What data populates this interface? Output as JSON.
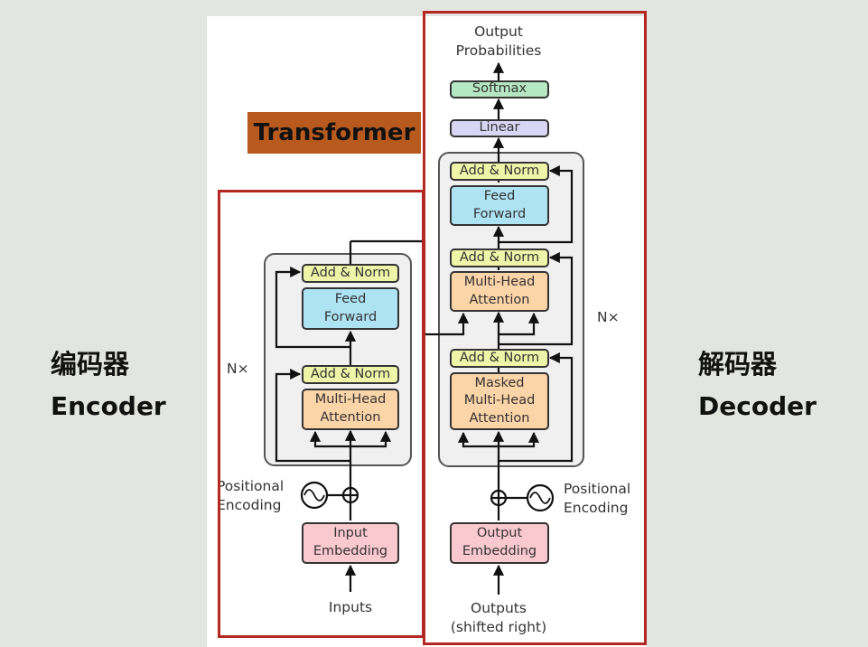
{
  "title": "Transformer",
  "encoder": {
    "label_zh": "编码器",
    "label_en": "Encoder",
    "repeat": "N×",
    "add_norm_top": "Add & Norm",
    "feed_forward": "Feed\nForward",
    "add_norm_bottom": "Add & Norm",
    "attention": "Multi-Head\nAttention",
    "positional_encoding": "Positional\nEncoding",
    "embedding": "Input\nEmbedding",
    "input": "Inputs"
  },
  "decoder": {
    "label_zh": "解码器",
    "label_en": "Decoder",
    "repeat": "N×",
    "output_probabilities": "Output\nProbabilities",
    "softmax": "Softmax",
    "linear": "Linear",
    "add_norm_ff": "Add & Norm",
    "feed_forward": "Feed\nForward",
    "add_norm_cross": "Add & Norm",
    "cross_attention": "Multi-Head\nAttention",
    "add_norm_masked": "Add & Norm",
    "masked_attention": "Masked\nMulti-Head\nAttention",
    "positional_encoding": "Positional\nEncoding",
    "embedding": "Output\nEmbedding",
    "input": "Outputs\n(shifted right)"
  },
  "colors": {
    "highlight_border": "#b32820",
    "title_background": "#b85a1e",
    "add_norm": "#eef5a8",
    "feed_forward": "#aee3f3",
    "attention": "#fbd4a8",
    "embedding": "#f9c9cf",
    "linear": "#d9d5f4",
    "softmax": "#b5e8c2"
  }
}
